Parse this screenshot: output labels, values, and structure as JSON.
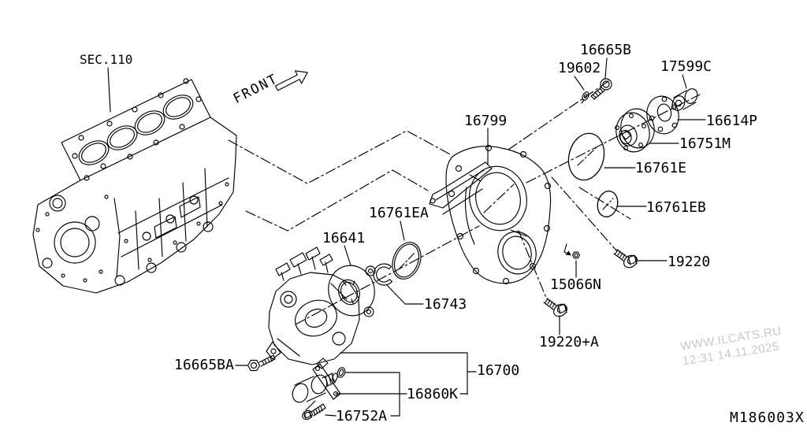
{
  "diagram": {
    "section_label": "SEC.110",
    "front_label": "FRONT",
    "drawing_code": "M186003X",
    "watermark_line1": "WWW.ILCATS.RU",
    "watermark_line2": "12:31 14.11.2025",
    "colors": {
      "line": "#000000",
      "background": "#ffffff",
      "watermark": "#c9c9c9"
    },
    "parts": {
      "p16665B": "16665B",
      "p19602": "19602",
      "p17599C": "17599C",
      "p16799": "16799",
      "p16614P": "16614P",
      "p16751M": "16751M",
      "p16761E": "16761E",
      "p16761EB": "16761EB",
      "p16761EA": "16761EA",
      "p16641": "16641",
      "p16743": "16743",
      "p19220": "19220",
      "p15066N": "15066N",
      "p19220A": "19220+A",
      "p16665BA": "16665BA",
      "p16700": "16700",
      "p16860K": "16860K",
      "p16752A": "16752A"
    }
  }
}
